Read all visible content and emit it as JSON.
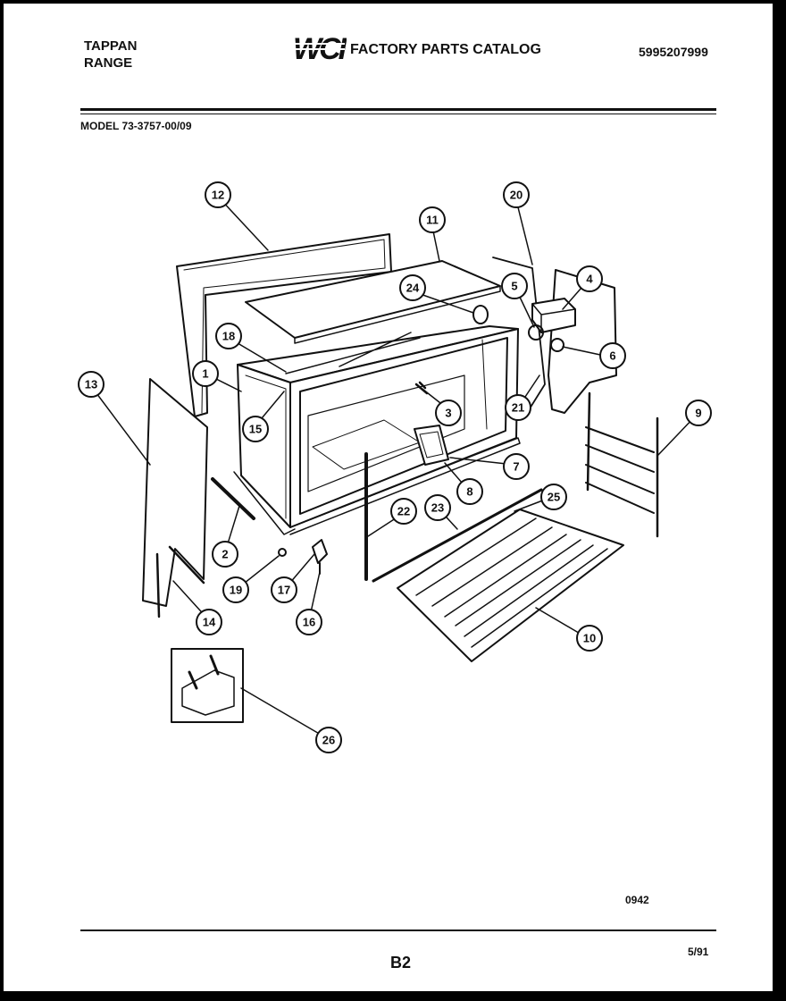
{
  "header": {
    "brand_line1": "TAPPAN",
    "brand_line2": "RANGE",
    "logo_text": "WCI",
    "catalog_title": "FACTORY PARTS CATALOG",
    "part_number": "5995207999",
    "model": "MODEL 73-3757-00/09"
  },
  "callouts": [
    "1",
    "2",
    "3",
    "4",
    "5",
    "6",
    "7",
    "8",
    "9",
    "10",
    "11",
    "12",
    "13",
    "14",
    "15",
    "16",
    "17",
    "18",
    "19",
    "20",
    "21",
    "22",
    "23",
    "24",
    "25",
    "26"
  ],
  "footer": {
    "code": "0942",
    "page": "B2",
    "date": "5/91"
  },
  "colors": {
    "ink": "#111111",
    "paper": "#ffffff",
    "border": "#000000"
  }
}
